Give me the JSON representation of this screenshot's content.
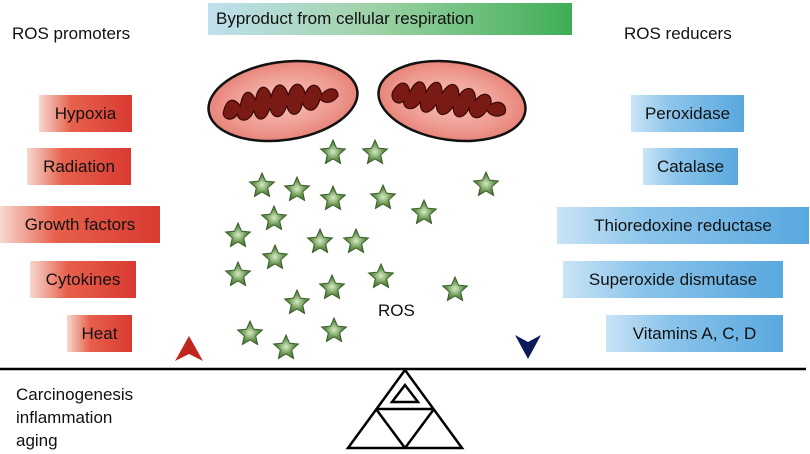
{
  "banner": {
    "text": "Byproduct from cellular respiration"
  },
  "left": {
    "heading": "ROS promoters",
    "items": [
      "Hypoxia",
      "Radiation",
      "Growth factors",
      "Cytokines",
      "Heat"
    ]
  },
  "right": {
    "heading": "ROS reducers",
    "items": [
      "Peroxidase",
      "Catalase",
      "Thioredoxine reductase",
      "Superoxide dismutase",
      "Vitamins A, C, D"
    ]
  },
  "center": {
    "ros_label": "ROS"
  },
  "bottom": {
    "lines": [
      "Carcinogenesis",
      "inflammation",
      "aging"
    ]
  },
  "colors": {
    "promoter_red": "#d93a32",
    "reducer_blue": "#58a8df",
    "star_green": "#3f6e2f",
    "up_arrow": "#c0281e",
    "down_arrow": "#0c1a5a"
  }
}
